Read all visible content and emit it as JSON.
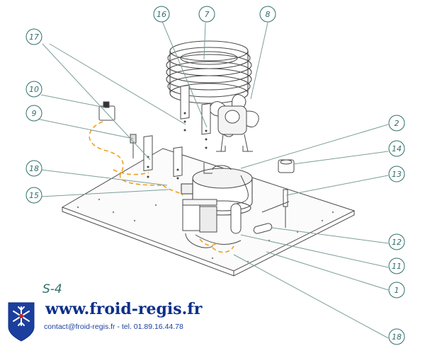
{
  "figure_label": "S-4",
  "callouts": [
    {
      "id": "c16",
      "label": "16"
    },
    {
      "id": "c7",
      "label": "7"
    },
    {
      "id": "c8",
      "label": "8"
    },
    {
      "id": "c17",
      "label": "17"
    },
    {
      "id": "c10",
      "label": "10"
    },
    {
      "id": "c9",
      "label": "9"
    },
    {
      "id": "c2",
      "label": "2"
    },
    {
      "id": "c14",
      "label": "14"
    },
    {
      "id": "c18a",
      "label": "18"
    },
    {
      "id": "c13",
      "label": "13"
    },
    {
      "id": "c15",
      "label": "15"
    },
    {
      "id": "c12",
      "label": "12"
    },
    {
      "id": "c11",
      "label": "11"
    },
    {
      "id": "c1",
      "label": "1"
    },
    {
      "id": "c18b",
      "label": "18"
    }
  ],
  "footer": {
    "url": "www.froid-regis.fr",
    "contact": "contact@froid-regis.fr - tel. 01.89.16.44.78"
  },
  "colors": {
    "line": "#4a4a4a",
    "callout": "#2f6f6a",
    "wire": "#f0a020",
    "brand": "#0b2f8a"
  }
}
